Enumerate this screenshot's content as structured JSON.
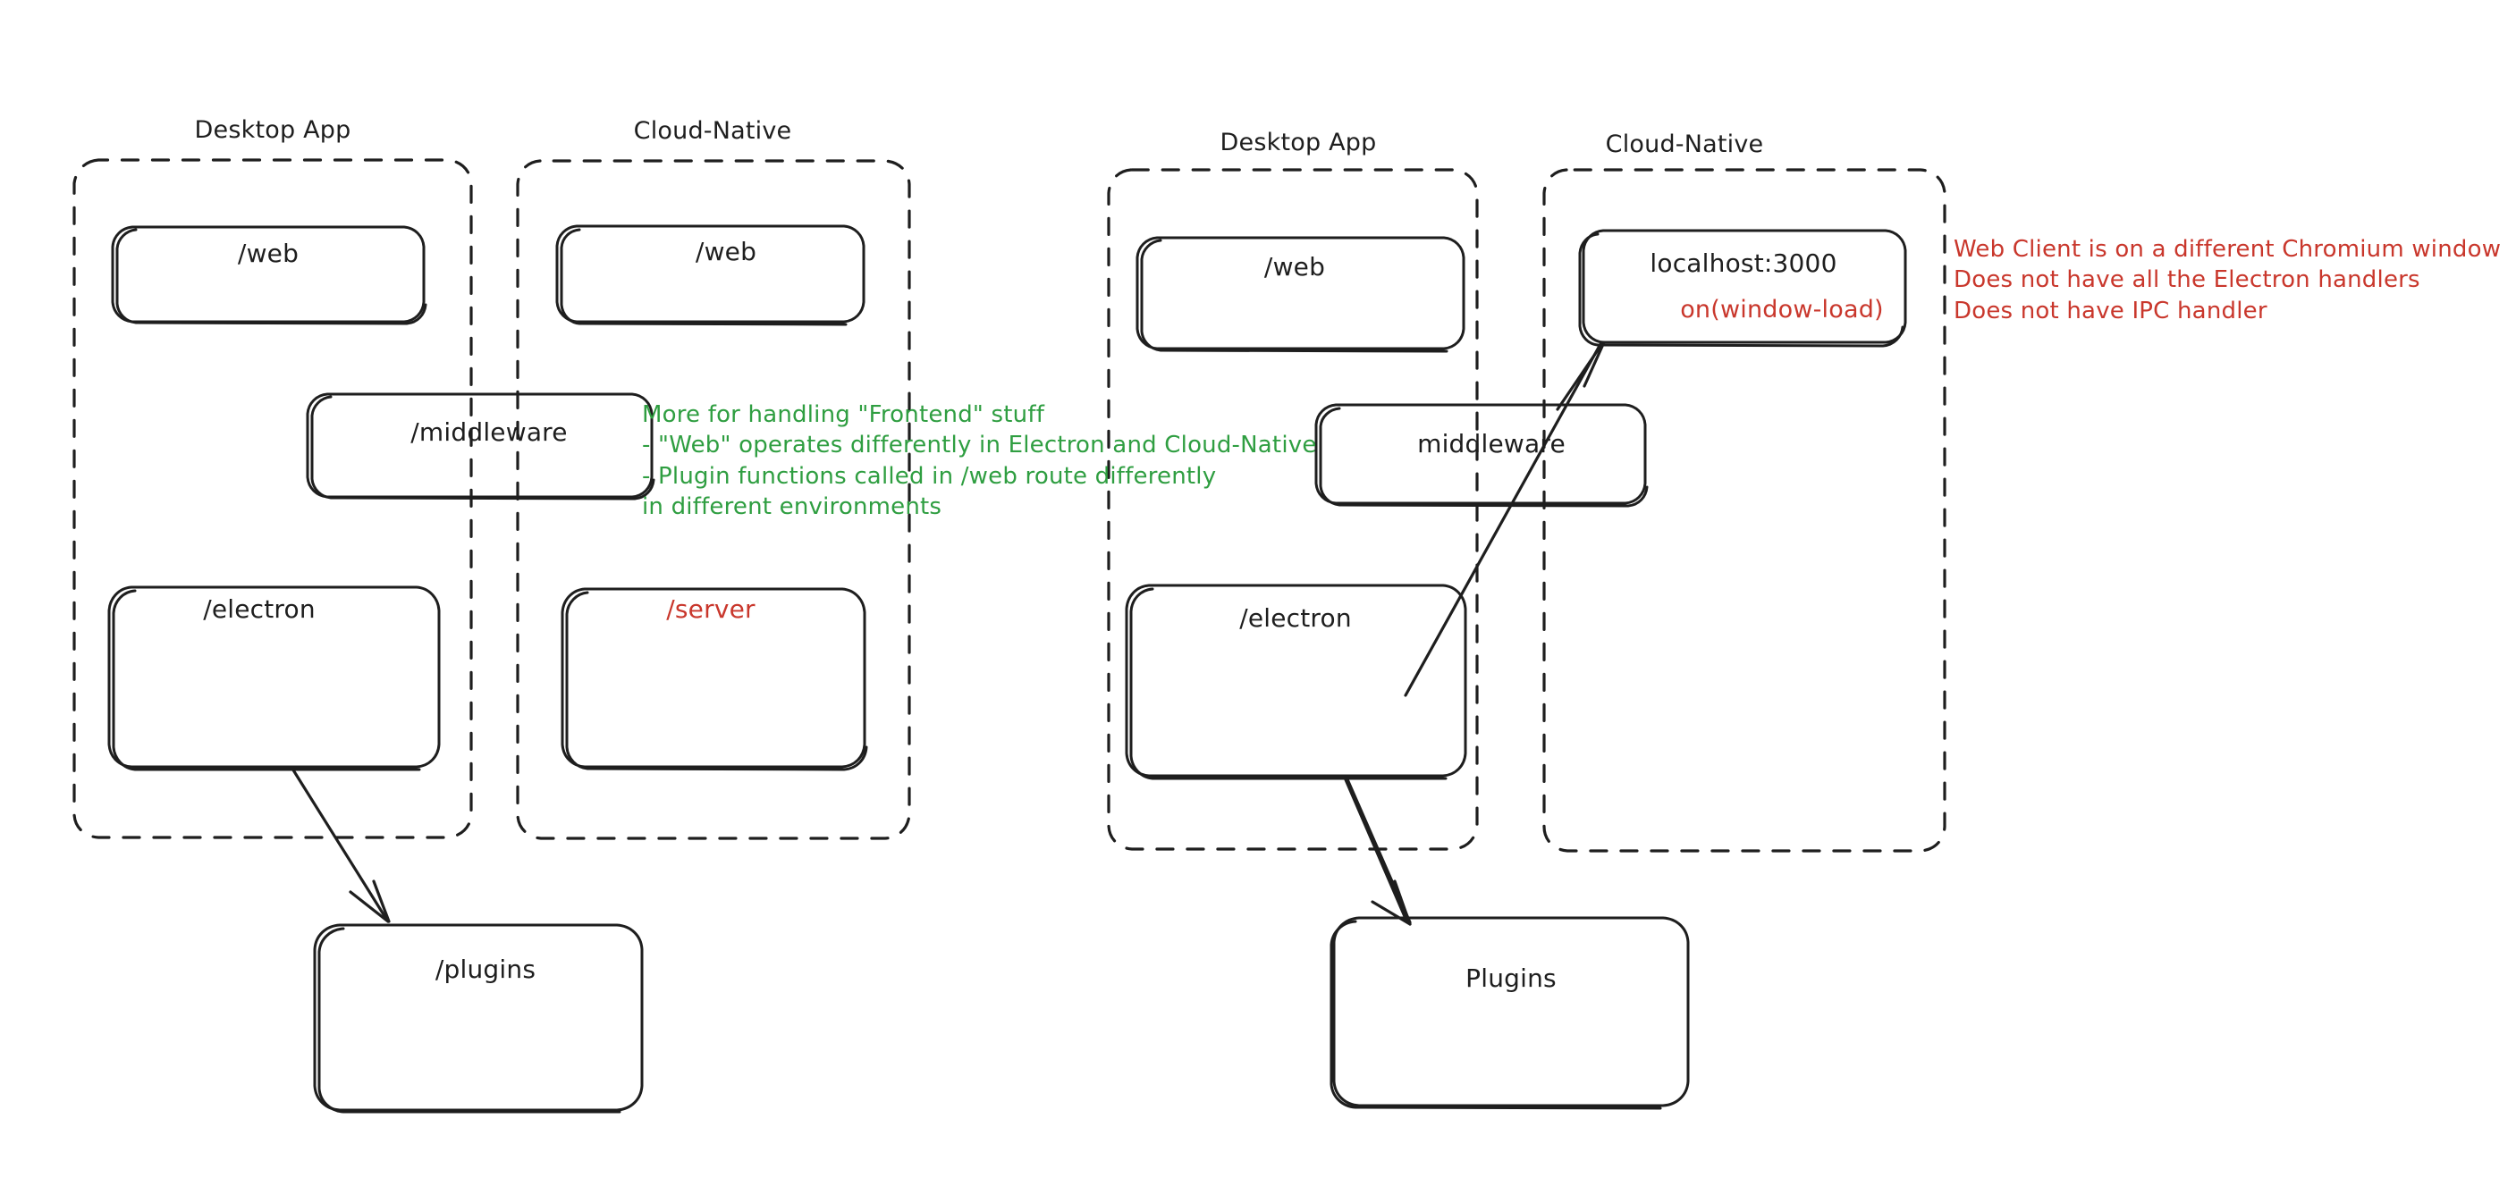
{
  "diagram": {
    "title_left": "Desktop App",
    "title_right": "Cloud-Native",
    "groups": [
      {
        "id": "left-diagram",
        "desktop_label": "Desktop App",
        "cloud_label": "Cloud-Native",
        "boxes": [
          {
            "id": "left-desktop-web",
            "label": "/web"
          },
          {
            "id": "left-cloud-web",
            "label": "/web"
          },
          {
            "id": "left-middleware",
            "label": "/middleware"
          },
          {
            "id": "left-electron",
            "label": "/electron"
          },
          {
            "id": "left-server",
            "label": "/server",
            "color": "#c9372c"
          },
          {
            "id": "left-plugins",
            "label": "/plugins"
          }
        ]
      },
      {
        "id": "right-diagram",
        "desktop_label": "Desktop App",
        "cloud_label": "Cloud-Native",
        "boxes": [
          {
            "id": "right-desktop-web",
            "label": "/web"
          },
          {
            "id": "right-localhost",
            "label": "localhost:3000",
            "sublabel": "on(window-load)",
            "sublabel_color": "#c9372c"
          },
          {
            "id": "right-middleware",
            "label": "middleware"
          },
          {
            "id": "right-electron",
            "label": "/electron"
          },
          {
            "id": "right-plugins",
            "label": "Plugins"
          }
        ]
      }
    ],
    "annotations": {
      "green_note": "More for handling \"Frontend\" stuff\n- \"Web\" operates differently in Electron and Cloud-Native\n- Plugin functions called in /web route differently\nin different environments",
      "red_note": "Web Client is on a different Chromium window\nDoes not have all the Electron handlers\nDoes not have IPC handler"
    },
    "colors": {
      "stroke": "#1e1e1e",
      "green": "#2f9e41",
      "red": "#c9372c",
      "background": "#ffffff"
    }
  }
}
